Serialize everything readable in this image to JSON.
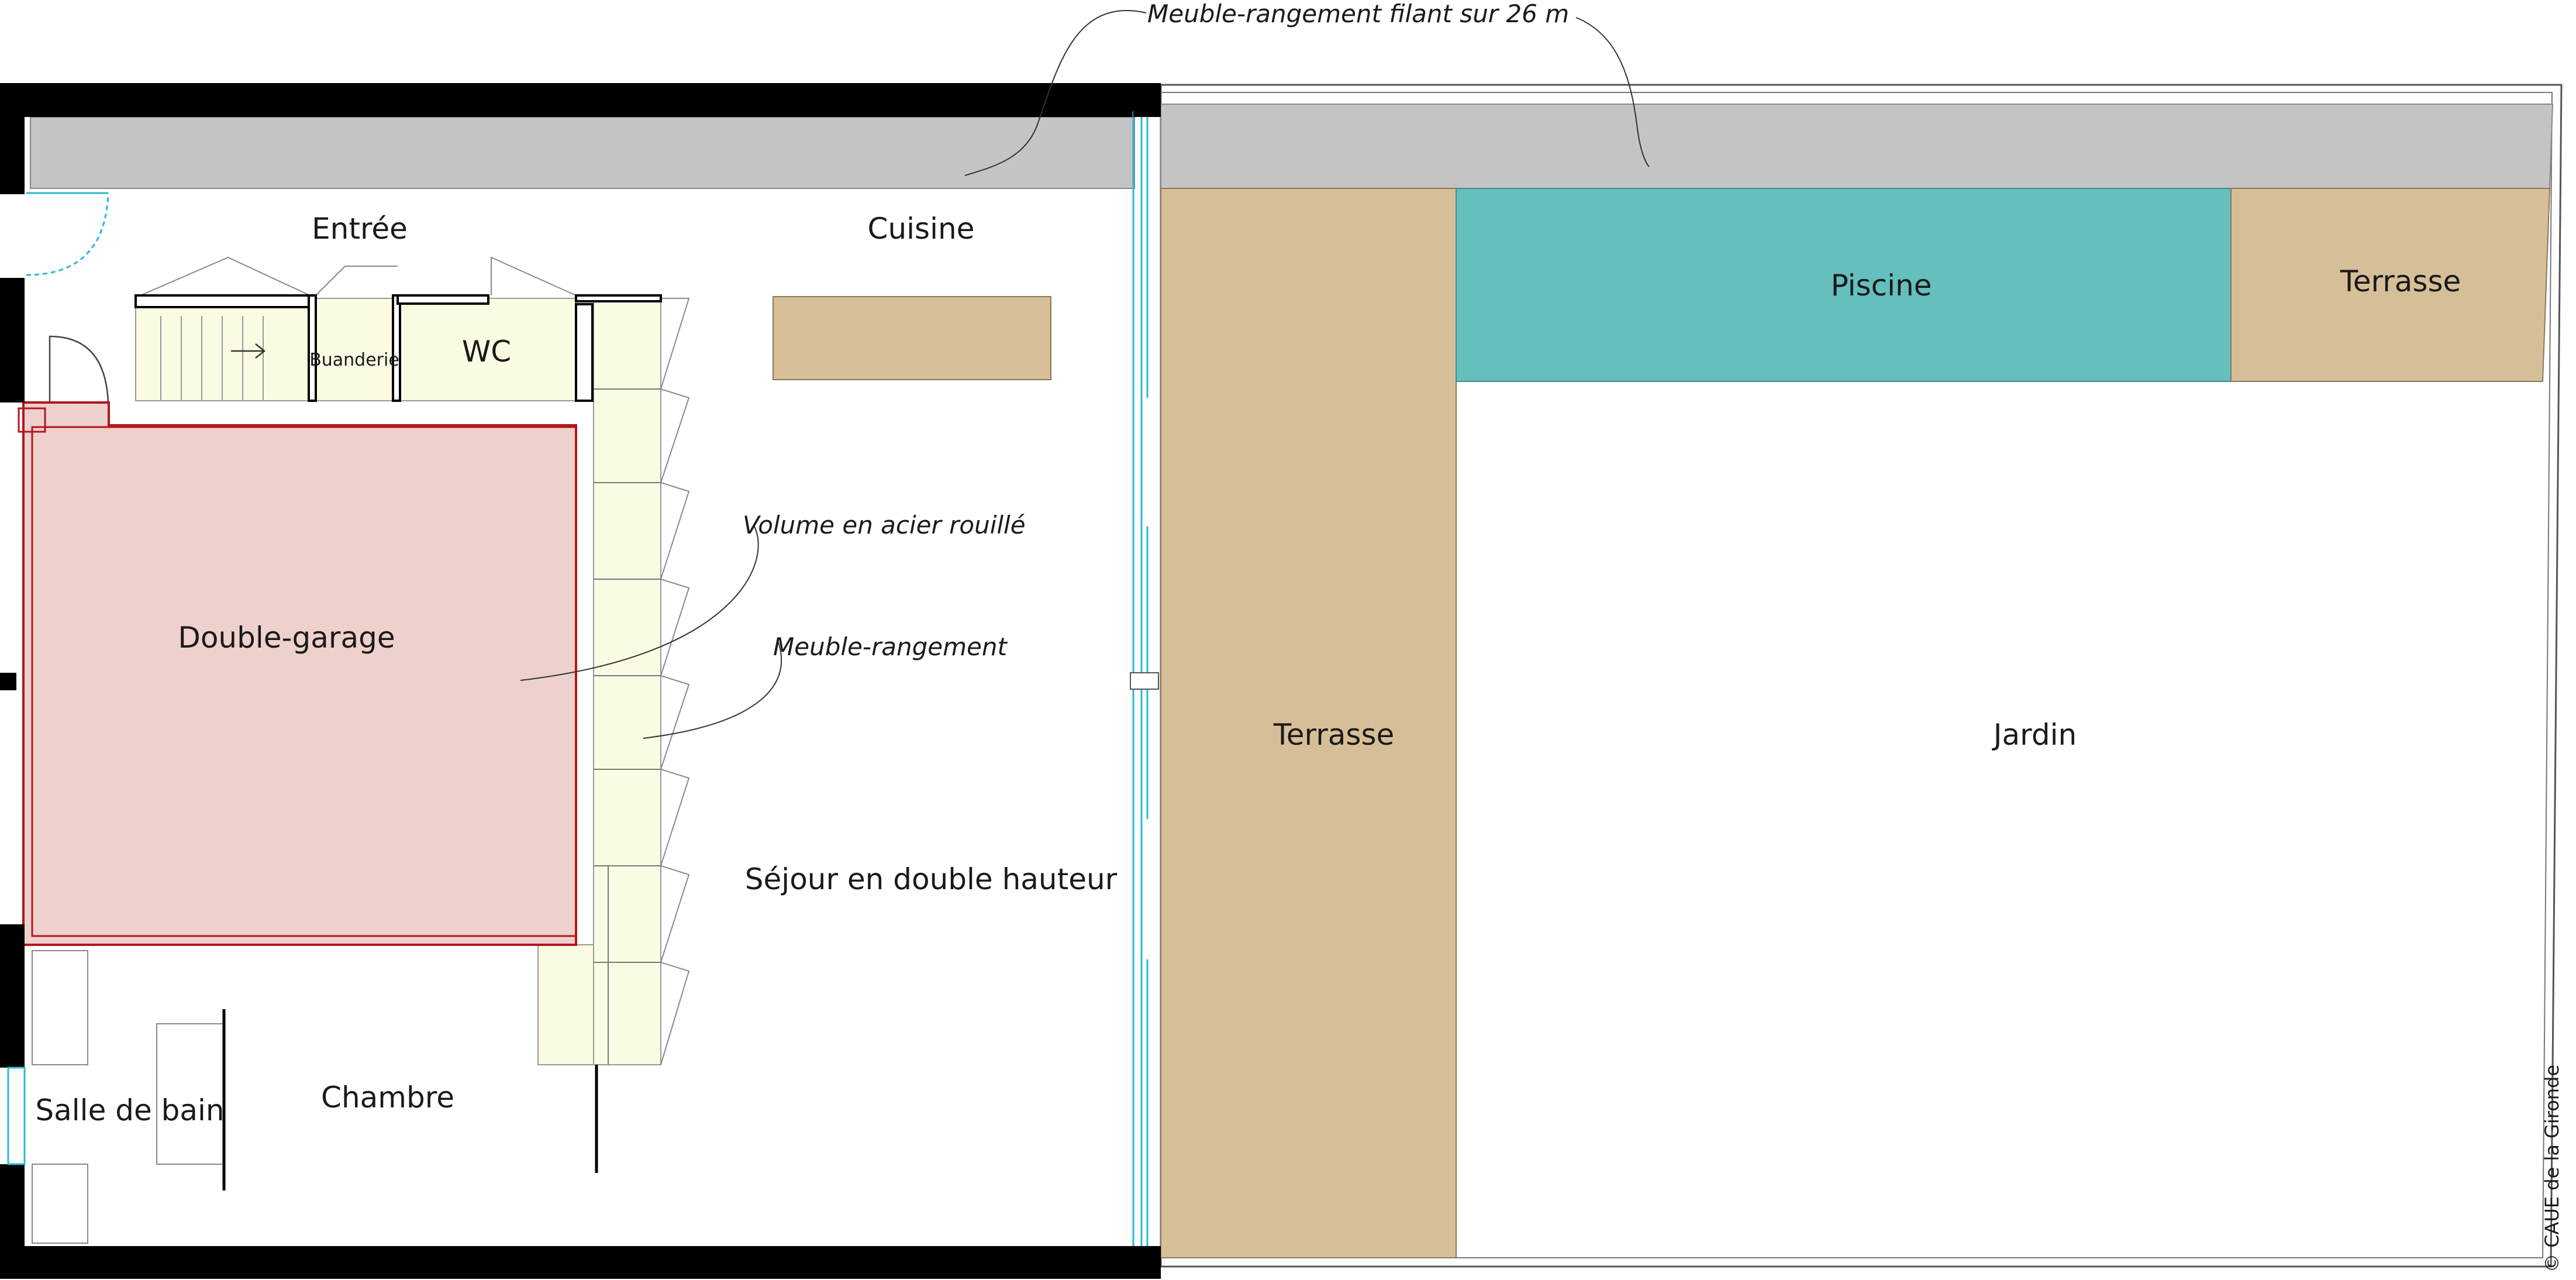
{
  "rooms": {
    "entree": "Entrée",
    "cuisine": "Cuisine",
    "buanderie": "Buanderie",
    "wc": "WC",
    "double_garage": "Double-garage",
    "sejour": "Séjour en double hauteur",
    "salle_de_bain": "Salle de bain",
    "chambre": "Chambre",
    "terrasse_left": "Terrasse",
    "piscine": "Piscine",
    "terrasse_top": "Terrasse",
    "jardin": "Jardin"
  },
  "annotations": {
    "meuble_filant": "Meuble-rangement filant sur 26 m",
    "volume_acier": "Volume en acier rouillé",
    "meuble_rangement": "Meuble-rangement"
  },
  "credit": "© CAUE de la Gironde",
  "colors": {
    "wall": "#000000",
    "storage_grey": "#c4c4c4",
    "terrace_wood": "#d6bf98",
    "pool_teal": "#64bfbd",
    "rusted_steel_fill": "#eed1cd",
    "rusted_steel_stroke": "#b3161c",
    "cream_fill": "#fbfbe3",
    "glazing_cyan": "#2ab8d0"
  }
}
